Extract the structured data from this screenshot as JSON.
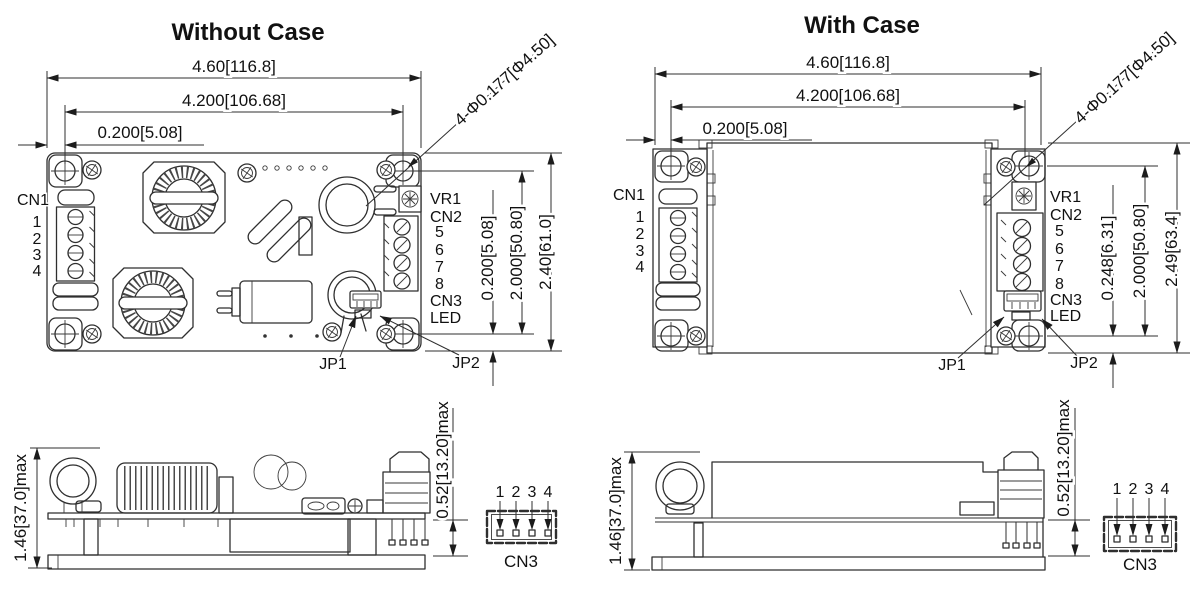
{
  "colors": {
    "background": "#ffffff",
    "line": "#303030",
    "text": "#111111"
  },
  "views": {
    "wo": {
      "title": "Without Case",
      "dims": {
        "w_all": "4.60[116.8]",
        "w_holes": "4.200[106.68]",
        "w_off": "0.200[5.08]",
        "callout": "4-Φ0.177[Φ4.50]",
        "h_off": "0.200[5.08]",
        "h_holes": "2.000[50.80]",
        "h_all": "2.40[61.0]"
      },
      "labels": {
        "cn1": "CN1",
        "cn1_pins": [
          "1",
          "2",
          "3",
          "4"
        ],
        "vr1": "VR1",
        "cn2": "CN2",
        "cn2_pins": [
          "5",
          "6",
          "7",
          "8"
        ],
        "cn3": "CN3",
        "led": "LED",
        "jp1": "JP1",
        "jp2": "JP2"
      }
    },
    "wc": {
      "title": "With Case",
      "dims": {
        "w_all": "4.60[116.8]",
        "w_holes": "4.200[106.68]",
        "w_off": "0.200[5.08]",
        "callout": "4-Φ0.177[Φ4.50]",
        "h_off": "0.248[6.31]",
        "h_holes": "2.000[50.80]",
        "h_all": "2.49[63.4]"
      },
      "labels": {
        "cn1": "CN1",
        "cn1_pins": [
          "1",
          "2",
          "3",
          "4"
        ],
        "vr1": "VR1",
        "cn2": "CN2",
        "cn2_pins": [
          "5",
          "6",
          "7",
          "8"
        ],
        "cn3": "CN3",
        "led": "LED",
        "jp1": "JP1",
        "jp2": "JP2"
      }
    },
    "side_wo": {
      "height_max": "1.46[37.0]max",
      "pin_max": "0.52[13.20]max"
    },
    "side_wc": {
      "height_max": "1.46[37.0]max",
      "pin_max": "0.52[13.20]max"
    },
    "det_wo": {
      "pins": [
        "1",
        "2",
        "3",
        "4"
      ],
      "label": "CN3"
    },
    "det_wc": {
      "pins": [
        "1",
        "2",
        "3",
        "4"
      ],
      "label": "CN3"
    }
  }
}
